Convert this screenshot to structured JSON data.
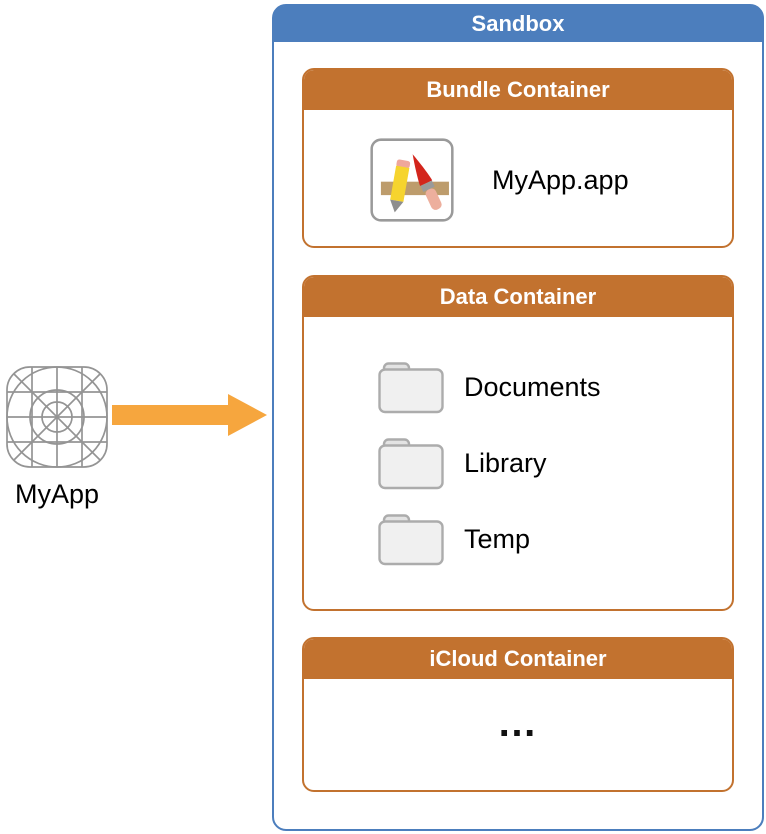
{
  "colors": {
    "sandbox_blue": "#4C7EBD",
    "container_orange": "#C2722F",
    "arrow_orange": "#F6A63E"
  },
  "app": {
    "name": "MyApp",
    "icon": "app-icon-grid-wireframe"
  },
  "arrow": {
    "icon": "right-arrow",
    "direction": "right"
  },
  "sandbox": {
    "title": "Sandbox",
    "containers": [
      {
        "title": "Bundle Container",
        "items": [
          {
            "icon": "xcode-app-icon",
            "label": "MyApp.app"
          }
        ]
      },
      {
        "title": "Data Container",
        "items": [
          {
            "icon": "folder-icon",
            "label": "Documents"
          },
          {
            "icon": "folder-icon",
            "label": "Library"
          },
          {
            "icon": "folder-icon",
            "label": "Temp"
          }
        ]
      },
      {
        "title": "iCloud Container",
        "ellipsis": "…"
      }
    ]
  }
}
